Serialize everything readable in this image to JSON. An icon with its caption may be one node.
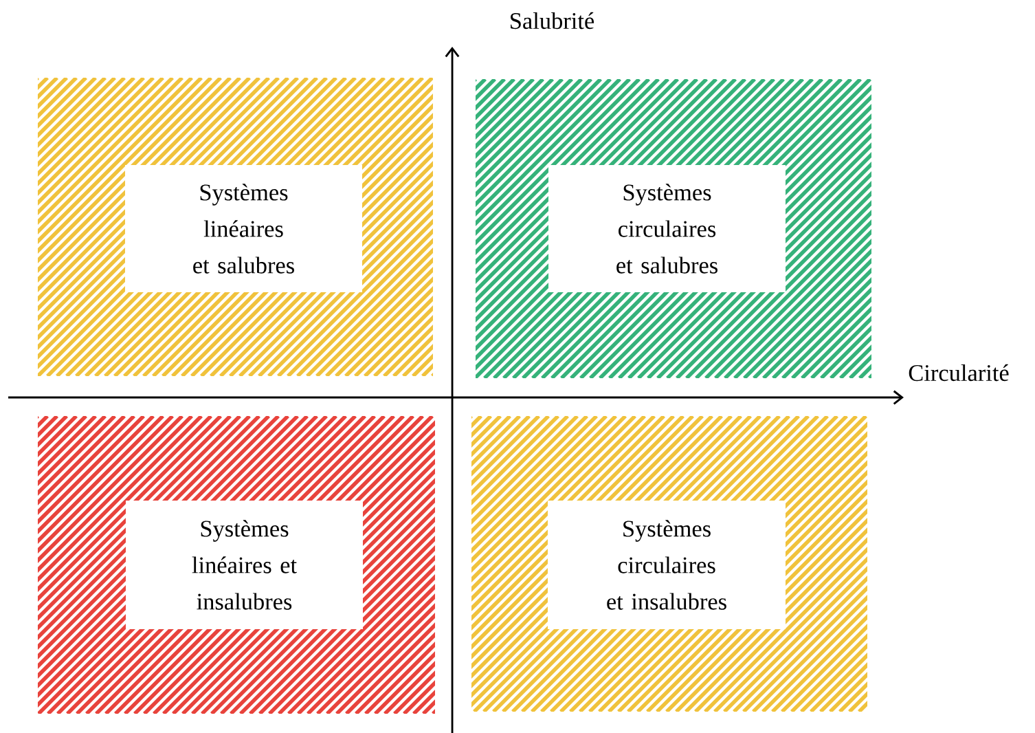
{
  "diagram": {
    "nodes": [
      {
        "text": [],
        "shape": "box"
      },
      {
        "text": [
          "Systèmes linéaires et salubres"
        ],
        "in": 0
      },
      {
        "text": [],
        "shape": "box"
      },
      {
        "text": [
          "Systèmes circulaires et salubres"
        ],
        "in": 2
      },
      {
        "text": [],
        "shape": "box"
      },
      {
        "text": [
          "Systèmes linéaires et insalubres"
        ],
        "in": 4
      },
      {
        "text": [],
        "shape": "box"
      },
      {
        "text": [
          "Systèmes circulaires et insalubres"
        ],
        "in": 6
      }
    ],
    "edges": [],
    "labels": [
      "Salubrité",
      "Circularité"
    ]
  }
}
